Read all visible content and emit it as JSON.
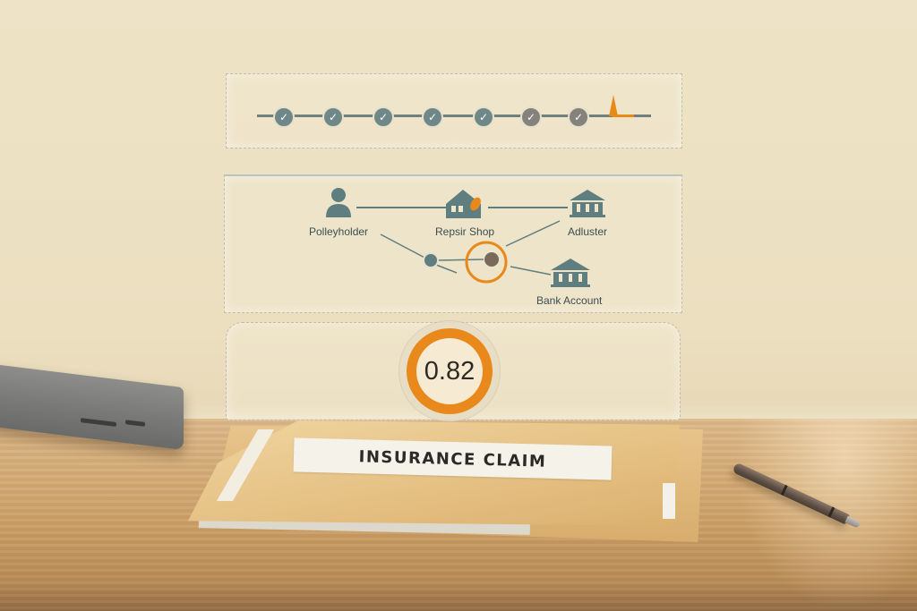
{
  "scene": {
    "description": "Insurance claim folder on a wooden desk with holographic analysis panels above",
    "colors": {
      "accent": "#e9891b",
      "teal": "#5f7e7f",
      "background": "#eee3c6"
    }
  },
  "timeline": {
    "steps": [
      {
        "state": "complete",
        "icon": "check-icon"
      },
      {
        "state": "complete",
        "icon": "check-icon"
      },
      {
        "state": "complete",
        "icon": "check-icon"
      },
      {
        "state": "complete",
        "icon": "check-icon"
      },
      {
        "state": "complete",
        "icon": "check-icon"
      },
      {
        "state": "complete",
        "icon": "check-icon"
      },
      {
        "state": "complete",
        "icon": "check-icon"
      },
      {
        "state": "current",
        "icon": "alert-marker-icon"
      }
    ],
    "check_glyph": "✓"
  },
  "network": {
    "nodes": [
      {
        "label": "Polleyholder",
        "icon": "person-icon"
      },
      {
        "label": "Repsir Shop",
        "icon": "repair-shop-icon"
      },
      {
        "label": "Adluster",
        "icon": "bank-building-icon"
      },
      {
        "label": "Bank Account",
        "icon": "bank-building-icon"
      }
    ],
    "flagged_node": "highlighted-link-node"
  },
  "score": {
    "value": "0.82"
  },
  "folder": {
    "label": "INSURANCE CLAIM"
  }
}
